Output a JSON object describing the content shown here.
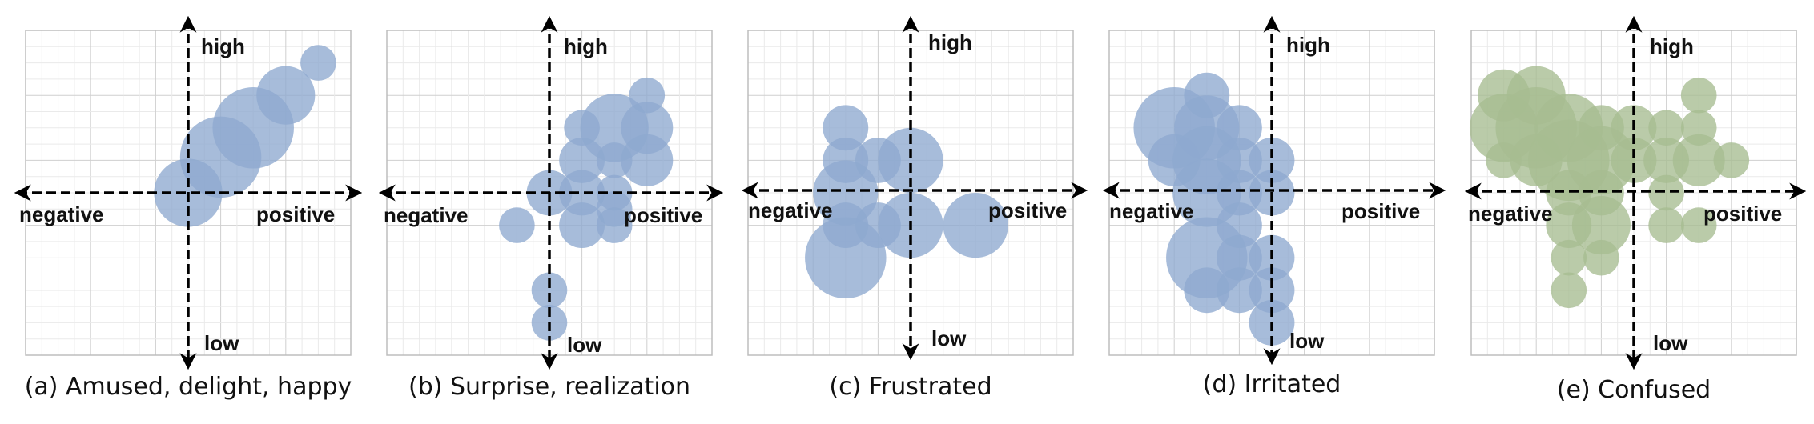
{
  "colors": {
    "blue": "#8EA9CF",
    "green": "#A7BC91",
    "grid_minor": "#EAEAEA",
    "grid_major": "#CFCFCF",
    "border": "#BDBDBD",
    "axis": "#000000"
  },
  "axis_labels": {
    "high": "high",
    "low": "low",
    "negative": "negative",
    "positive": "positive"
  },
  "chart_data": [
    {
      "type": "scatter",
      "caption": "(a) Amused, delight, happy",
      "color": "blue",
      "xlim": [
        -5,
        5
      ],
      "ylim": [
        -5,
        5
      ],
      "points": [
        {
          "x": 0.0,
          "y": 0.0,
          "r": 1.05
        },
        {
          "x": 1.0,
          "y": 1.1,
          "r": 1.25
        },
        {
          "x": 2.0,
          "y": 2.0,
          "r": 1.25
        },
        {
          "x": 3.0,
          "y": 3.0,
          "r": 0.9
        },
        {
          "x": 4.0,
          "y": 4.0,
          "r": 0.55
        }
      ]
    },
    {
      "type": "scatter",
      "caption": "(b) Surprise, realization",
      "color": "blue",
      "xlim": [
        -5,
        5
      ],
      "ylim": [
        -5,
        5
      ],
      "points": [
        {
          "x": 0.0,
          "y": 0.0,
          "r": 0.7
        },
        {
          "x": 1.0,
          "y": 0.0,
          "r": 0.7
        },
        {
          "x": 2.0,
          "y": 0.0,
          "r": 0.55
        },
        {
          "x": 1.0,
          "y": 1.0,
          "r": 0.7
        },
        {
          "x": 2.0,
          "y": 1.0,
          "r": 0.55
        },
        {
          "x": 3.0,
          "y": 1.0,
          "r": 0.8
        },
        {
          "x": 1.0,
          "y": 2.0,
          "r": 0.55
        },
        {
          "x": 2.0,
          "y": 2.0,
          "r": 1.05
        },
        {
          "x": 3.0,
          "y": 2.0,
          "r": 0.8
        },
        {
          "x": 3.0,
          "y": 3.0,
          "r": 0.55
        },
        {
          "x": 2.0,
          "y": -0.5,
          "r": 0.55
        },
        {
          "x": -1.0,
          "y": -1.0,
          "r": 0.55
        },
        {
          "x": 1.0,
          "y": -1.0,
          "r": 0.7
        },
        {
          "x": 2.0,
          "y": -1.0,
          "r": 0.55
        },
        {
          "x": 0.0,
          "y": -3.0,
          "r": 0.55
        },
        {
          "x": 0.0,
          "y": -4.0,
          "r": 0.55
        }
      ]
    },
    {
      "type": "scatter",
      "caption": "(c) Frustrated",
      "color": "blue",
      "xlim": [
        -5,
        5
      ],
      "ylim": [
        -5,
        5
      ],
      "points": [
        {
          "x": -2.0,
          "y": 2.0,
          "r": 0.7
        },
        {
          "x": -2.0,
          "y": 1.0,
          "r": 0.7
        },
        {
          "x": -1.0,
          "y": 1.0,
          "r": 0.7
        },
        {
          "x": 0.0,
          "y": 1.0,
          "r": 1.0
        },
        {
          "x": -2.0,
          "y": 0.0,
          "r": 1.0
        },
        {
          "x": -2.0,
          "y": -1.0,
          "r": 0.7
        },
        {
          "x": -1.0,
          "y": -1.0,
          "r": 0.7
        },
        {
          "x": 0.0,
          "y": -1.0,
          "r": 1.0
        },
        {
          "x": 2.0,
          "y": -1.0,
          "r": 1.0
        },
        {
          "x": -2.0,
          "y": -2.0,
          "r": 1.25
        }
      ]
    },
    {
      "type": "scatter",
      "caption": "(d) Irritated",
      "color": "blue",
      "xlim": [
        -5,
        5
      ],
      "ylim": [
        -5,
        5
      ],
      "points": [
        {
          "x": -2.0,
          "y": 3.0,
          "r": 0.7
        },
        {
          "x": -2.0,
          "y": 2.0,
          "r": 1.0
        },
        {
          "x": -1.0,
          "y": 2.0,
          "r": 0.7
        },
        {
          "x": -3.0,
          "y": 2.0,
          "r": 1.25
        },
        {
          "x": -3.0,
          "y": 1.0,
          "r": 0.8
        },
        {
          "x": -2.0,
          "y": 1.0,
          "r": 1.05
        },
        {
          "x": -1.0,
          "y": 1.0,
          "r": 0.7
        },
        {
          "x": 0.0,
          "y": 1.0,
          "r": 0.7
        },
        {
          "x": -2.0,
          "y": 0.0,
          "r": 1.05
        },
        {
          "x": -1.0,
          "y": 0.0,
          "r": 0.7
        },
        {
          "x": 0.0,
          "y": 0.0,
          "r": 0.7
        },
        {
          "x": -1.0,
          "y": -1.0,
          "r": 0.7
        },
        {
          "x": -2.0,
          "y": -2.0,
          "r": 1.25
        },
        {
          "x": -1.0,
          "y": -2.0,
          "r": 0.7
        },
        {
          "x": 0.0,
          "y": -2.0,
          "r": 0.7
        },
        {
          "x": -2.0,
          "y": -3.0,
          "r": 0.7
        },
        {
          "x": -1.0,
          "y": -3.0,
          "r": 0.7
        },
        {
          "x": 0.0,
          "y": -3.0,
          "r": 0.7
        },
        {
          "x": 0.0,
          "y": -4.0,
          "r": 0.7
        }
      ]
    },
    {
      "type": "scatter",
      "caption": "(e) Confused",
      "color": "green",
      "xlim": [
        -5,
        5
      ],
      "ylim": [
        -5,
        5
      ],
      "points": [
        {
          "x": -4.0,
          "y": 3.0,
          "r": 0.8
        },
        {
          "x": -3.0,
          "y": 3.0,
          "r": 0.9
        },
        {
          "x": -4.0,
          "y": 2.0,
          "r": 1.05
        },
        {
          "x": -3.0,
          "y": 2.0,
          "r": 1.25
        },
        {
          "x": -2.0,
          "y": 2.0,
          "r": 1.05
        },
        {
          "x": -1.0,
          "y": 2.0,
          "r": 0.7
        },
        {
          "x": 0.0,
          "y": 2.0,
          "r": 0.7
        },
        {
          "x": 1.0,
          "y": 2.0,
          "r": 0.55
        },
        {
          "x": 2.0,
          "y": 2.0,
          "r": 0.55
        },
        {
          "x": 2.0,
          "y": 3.0,
          "r": 0.55
        },
        {
          "x": -4.0,
          "y": 1.0,
          "r": 0.55
        },
        {
          "x": -3.0,
          "y": 1.0,
          "r": 0.8
        },
        {
          "x": -2.0,
          "y": 1.0,
          "r": 1.25
        },
        {
          "x": -1.0,
          "y": 1.0,
          "r": 1.05
        },
        {
          "x": 0.0,
          "y": 1.0,
          "r": 0.7
        },
        {
          "x": 1.0,
          "y": 1.0,
          "r": 0.7
        },
        {
          "x": 2.0,
          "y": 1.0,
          "r": 0.8
        },
        {
          "x": 3.0,
          "y": 1.0,
          "r": 0.55
        },
        {
          "x": -2.0,
          "y": 0.0,
          "r": 0.7
        },
        {
          "x": -1.0,
          "y": 0.0,
          "r": 0.7
        },
        {
          "x": 1.0,
          "y": 0.0,
          "r": 0.55
        },
        {
          "x": -2.0,
          "y": -1.0,
          "r": 0.7
        },
        {
          "x": -1.0,
          "y": -1.0,
          "r": 0.9
        },
        {
          "x": 1.0,
          "y": -1.0,
          "r": 0.55
        },
        {
          "x": 2.0,
          "y": -1.0,
          "r": 0.55
        },
        {
          "x": -2.0,
          "y": -2.0,
          "r": 0.55
        },
        {
          "x": -1.0,
          "y": -2.0,
          "r": 0.55
        },
        {
          "x": -2.0,
          "y": -3.0,
          "r": 0.55
        }
      ]
    }
  ]
}
